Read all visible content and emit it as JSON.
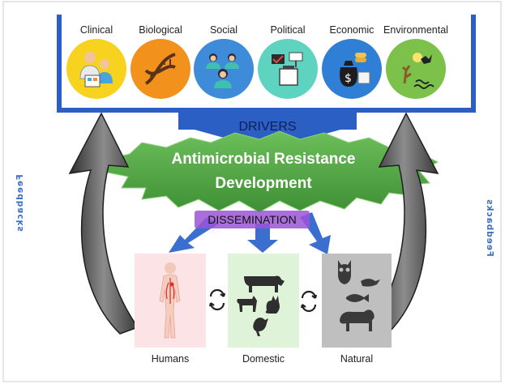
{
  "drivers": [
    {
      "label": "Clinical",
      "icon": "clinical-staff-icon",
      "color": "#f7d21e"
    },
    {
      "label": "Biological",
      "icon": "dna-icon",
      "color": "#f2921c"
    },
    {
      "label": "Social",
      "icon": "people-icon",
      "color": "#3d8bd9"
    },
    {
      "label": "Political",
      "icon": "ballot-box-icon",
      "color": "#5ed3c0"
    },
    {
      "label": "Economic",
      "icon": "money-bag-icon",
      "color": "#2f7fd6"
    },
    {
      "label": "Environmental",
      "icon": "landscape-icon",
      "color": "#7cc24a"
    }
  ],
  "drivers_banner": "DRIVERS",
  "core_title": {
    "line1": "Antimicrobial Resistance",
    "line2": "Development"
  },
  "dissemination_label": "DISSEMINATION",
  "feedback_label": "Feedbacks",
  "sectors": [
    {
      "label": "Humans",
      "icon": "human-body-icon",
      "bg": "#fbe3e6"
    },
    {
      "label": "Domestic",
      "icon": "domestic-animals-icon",
      "bg": "#dff3d8"
    },
    {
      "label": "Natural",
      "icon": "wild-animals-icon",
      "bg": "#bfbfbf"
    }
  ],
  "colors": {
    "frame": "#2b5fc4",
    "banner": "#2b5fc4",
    "burst": "#55a845",
    "dissemination": "#8a3fc4",
    "feedback_arrow": "#4d4d4d"
  }
}
